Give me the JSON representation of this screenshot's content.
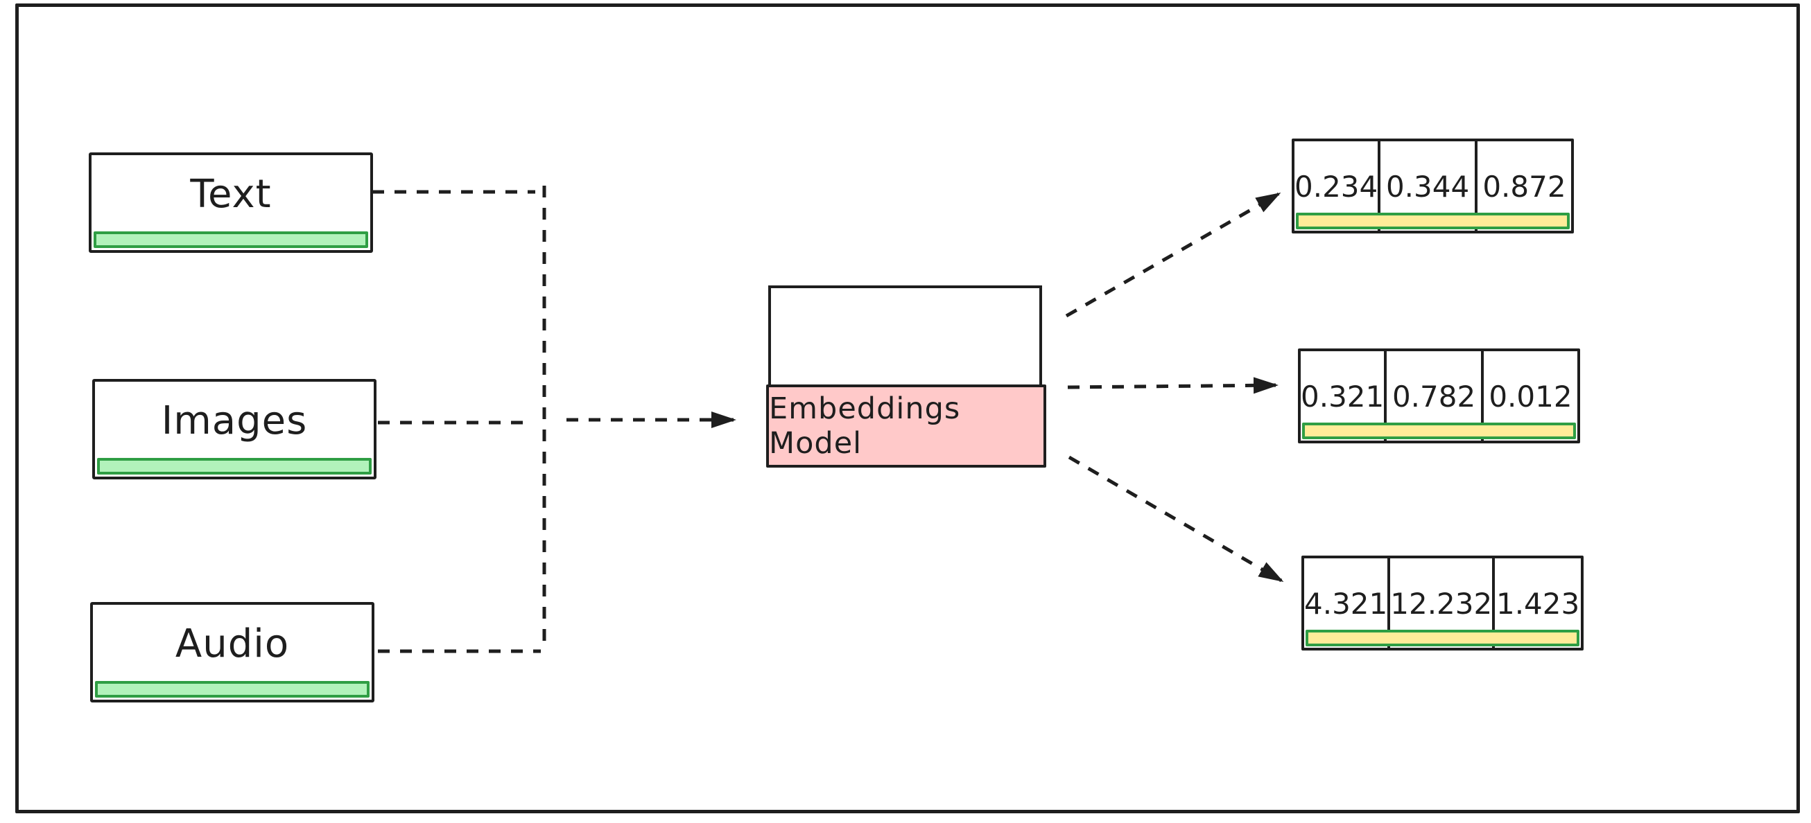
{
  "diagram": {
    "inputs": [
      {
        "label": "Text"
      },
      {
        "label": "Images"
      },
      {
        "label": "Audio"
      }
    ],
    "model": {
      "label": "Embeddings Model"
    },
    "vectors": [
      {
        "values": [
          "0.234",
          "0.344",
          "0.872"
        ]
      },
      {
        "values": [
          "0.321",
          "0.782",
          "0.012"
        ]
      },
      {
        "values": [
          "4.321",
          "12.232",
          "1.423"
        ]
      }
    ],
    "colors": {
      "stroke": "#1e1e1e",
      "green_fill": "#b2f2bb",
      "green_stroke": "#2f9e44",
      "pink_fill": "#ffc9c9",
      "yellow_fill": "#ffec99",
      "canvas_bg": "#ffffff"
    }
  }
}
